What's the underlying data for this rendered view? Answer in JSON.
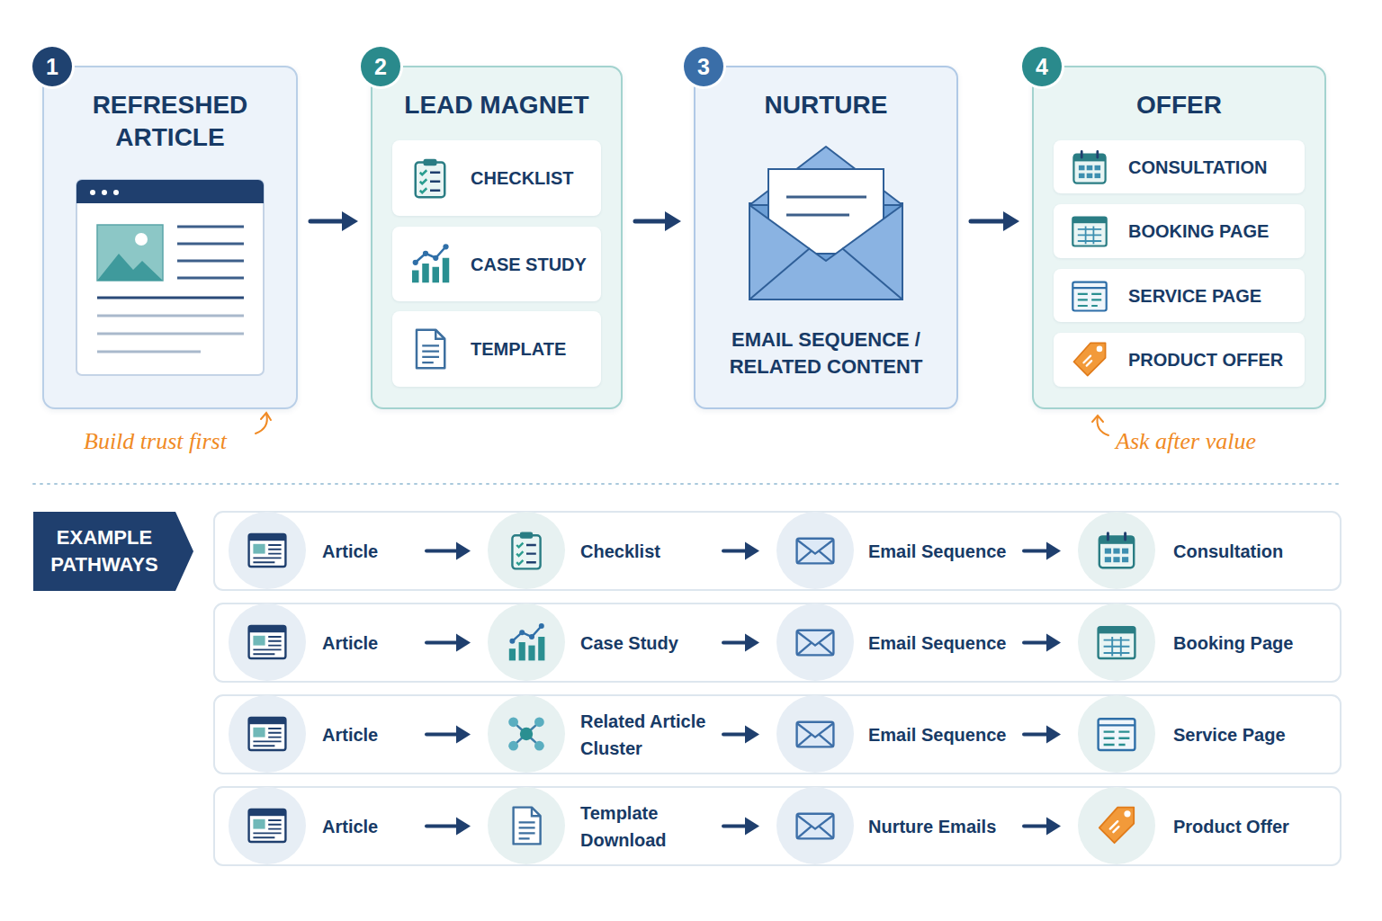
{
  "diagram": {
    "nodes": [
      {
        "text": [
          "1",
          "REFRESHED ARTICLE"
        ]
      },
      {
        "text": [
          "2",
          "LEAD MAGNET"
        ]
      },
      {
        "text": [
          "CHECKLIST"
        ],
        "in": 1
      },
      {
        "text": [
          "CASE STUDY"
        ],
        "in": 1
      },
      {
        "text": [
          "TEMPLATE"
        ],
        "in": 1
      },
      {
        "text": [
          "3",
          "NURTURE",
          "EMAIL SEQUENCE / RELATED CONTENT"
        ]
      },
      {
        "text": [
          "4",
          "OFFER"
        ]
      },
      {
        "text": [
          "CONSULTATION"
        ],
        "in": 6
      },
      {
        "text": [
          "BOOKING PAGE"
        ],
        "in": 6
      },
      {
        "text": [
          "SERVICE PAGE"
        ],
        "in": 6
      },
      {
        "text": [
          "PRODUCT OFFER"
        ],
        "in": 6
      },
      {
        "text": [
          "EXAMPLE PATHWAYS"
        ]
      },
      {
        "text": [
          "Article"
        ]
      },
      {
        "text": [
          "Checklist"
        ]
      },
      {
        "text": [
          "Email Sequence"
        ]
      },
      {
        "text": [
          "Consultation"
        ]
      },
      {
        "text": [
          "Article"
        ]
      },
      {
        "text": [
          "Case Study"
        ]
      },
      {
        "text": [
          "Email Sequence"
        ]
      },
      {
        "text": [
          "Booking Page"
        ]
      },
      {
        "text": [
          "Article"
        ]
      },
      {
        "text": [
          "Related Article Cluster"
        ]
      },
      {
        "text": [
          "Email Sequence"
        ]
      },
      {
        "text": [
          "Service Page"
        ]
      },
      {
        "text": [
          "Article"
        ]
      },
      {
        "text": [
          "Template Download"
        ]
      },
      {
        "text": [
          "Nurture Emails"
        ]
      },
      {
        "text": [
          "Product Offer"
        ]
      }
    ],
    "edges": [
      {
        "from": 0,
        "to": 1,
        "arrow": "to"
      },
      {
        "from": 1,
        "to": 5,
        "arrow": "to"
      },
      {
        "from": 5,
        "to": 6,
        "arrow": "to"
      },
      {
        "from": 12,
        "to": 13,
        "arrow": "to"
      },
      {
        "from": 13,
        "to": 14,
        "arrow": "to"
      },
      {
        "from": 14,
        "to": 15,
        "arrow": "to"
      },
      {
        "from": 16,
        "to": 17,
        "arrow": "to"
      },
      {
        "from": 17,
        "to": 18,
        "arrow": "to"
      },
      {
        "from": 18,
        "to": 19,
        "arrow": "to"
      },
      {
        "from": 20,
        "to": 21,
        "arrow": "to"
      },
      {
        "from": 21,
        "to": 22,
        "arrow": "to"
      },
      {
        "from": 22,
        "to": 23,
        "arrow": "to"
      },
      {
        "from": 24,
        "to": 25,
        "arrow": "to"
      },
      {
        "from": 25,
        "to": 26,
        "arrow": "to"
      },
      {
        "from": 26,
        "to": 27,
        "arrow": "to"
      }
    ],
    "labels": [
      "Build trust first",
      "Ask after value"
    ]
  }
}
